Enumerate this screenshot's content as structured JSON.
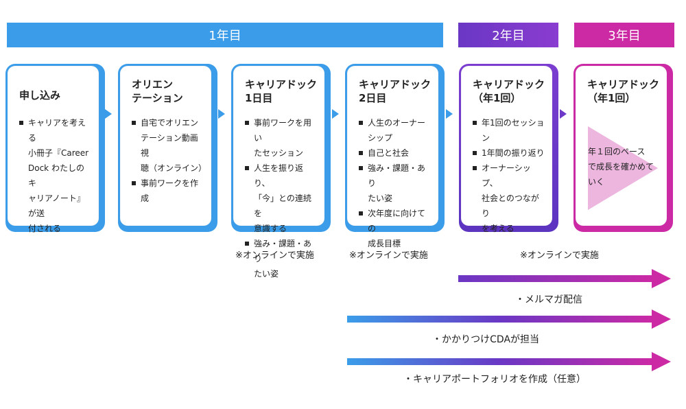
{
  "years": {
    "year1": "1年目",
    "year2": "2年目",
    "year3": "3年目"
  },
  "cards": [
    {
      "title": "申し込み",
      "items": [
        [
          "キャリアを考える",
          "小冊子『Career",
          "Dock わたしのキ",
          "ャリアノート』が送",
          "付される"
        ]
      ]
    },
    {
      "title": "オリエン\nテーション",
      "items": [
        [
          "自宅でオリエン",
          "テーション動画視",
          "聴（オンライン）"
        ],
        [
          "事前ワークを作成"
        ]
      ]
    },
    {
      "title": "キャリアドック\n1日目",
      "items": [
        [
          "事前ワークを用い",
          "たセッション"
        ],
        [
          "人生を振り返り、",
          "「今」との連続を",
          "意識する"
        ],
        [
          "強み・課題・あり",
          "たい姿"
        ]
      ]
    },
    {
      "title": "キャリアドック\n2日目",
      "items": [
        [
          "人生のオーナー",
          "シップ"
        ],
        [
          "自己と社会"
        ],
        [
          "強み・課題・あり",
          "たい姿"
        ],
        [
          "次年度に向けての",
          "成長目標"
        ]
      ]
    },
    {
      "title": "キャリアドック\n（年1回）",
      "items": [
        [
          "年1回のセッション"
        ],
        [
          "1年間の振り返り"
        ],
        [
          "オーナーシップ、",
          "社会とのつながり",
          "を考える"
        ]
      ]
    },
    {
      "title": "キャリアドック\n（年1回）",
      "text": "年１回のペース\nで成長を確かめて\nいく"
    }
  ],
  "notes": {
    "note1": "※オンラインで実施",
    "note2": "※オンラインで実施",
    "note3": "※オンラインで実施"
  },
  "arrows": {
    "mailmag": "・メルマガ配信",
    "cda": "・かかりつけCDAが担当",
    "portfolio": "・キャリアポートフォリオを作成（任意）"
  },
  "colors": {
    "blue": "#3b9de9",
    "purple": "#6a37c4",
    "magenta": "#cc2aa5",
    "play_triangle": "#ecb6df"
  }
}
